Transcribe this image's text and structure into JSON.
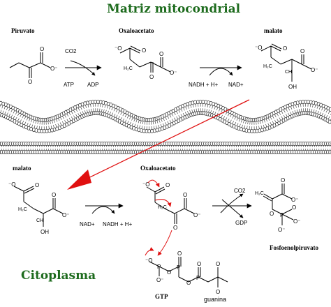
{
  "headings": {
    "matrix": "Matriz mitocondrial",
    "cytoplasm": "Citoplasma"
  },
  "compounds": {
    "piruvato": "Piruvato",
    "oxaloacetato_top": "Oxaloacetato",
    "malato_top": "malato",
    "malato_bottom": "malato",
    "oxaloacetato_bottom": "Oxaloacetato",
    "fosfoenolpiruvato": "Fosfoenolpiruvato",
    "gtp": "GTP",
    "guanina": "guanina"
  },
  "reaction_labels": {
    "co2_in": "CO2",
    "atp": "ATP",
    "adp": "ADP",
    "nadh_top": "NADH + H+",
    "nad_top": "NAD+",
    "nad_bottom": "NAD+",
    "nadh_bottom": "NADH + H+",
    "co2_out": "CO2",
    "gdp": "GDP"
  },
  "colors": {
    "heading_green": "#1d6b1d",
    "transport_arrow": "#e01010",
    "membrane": "#333333"
  }
}
